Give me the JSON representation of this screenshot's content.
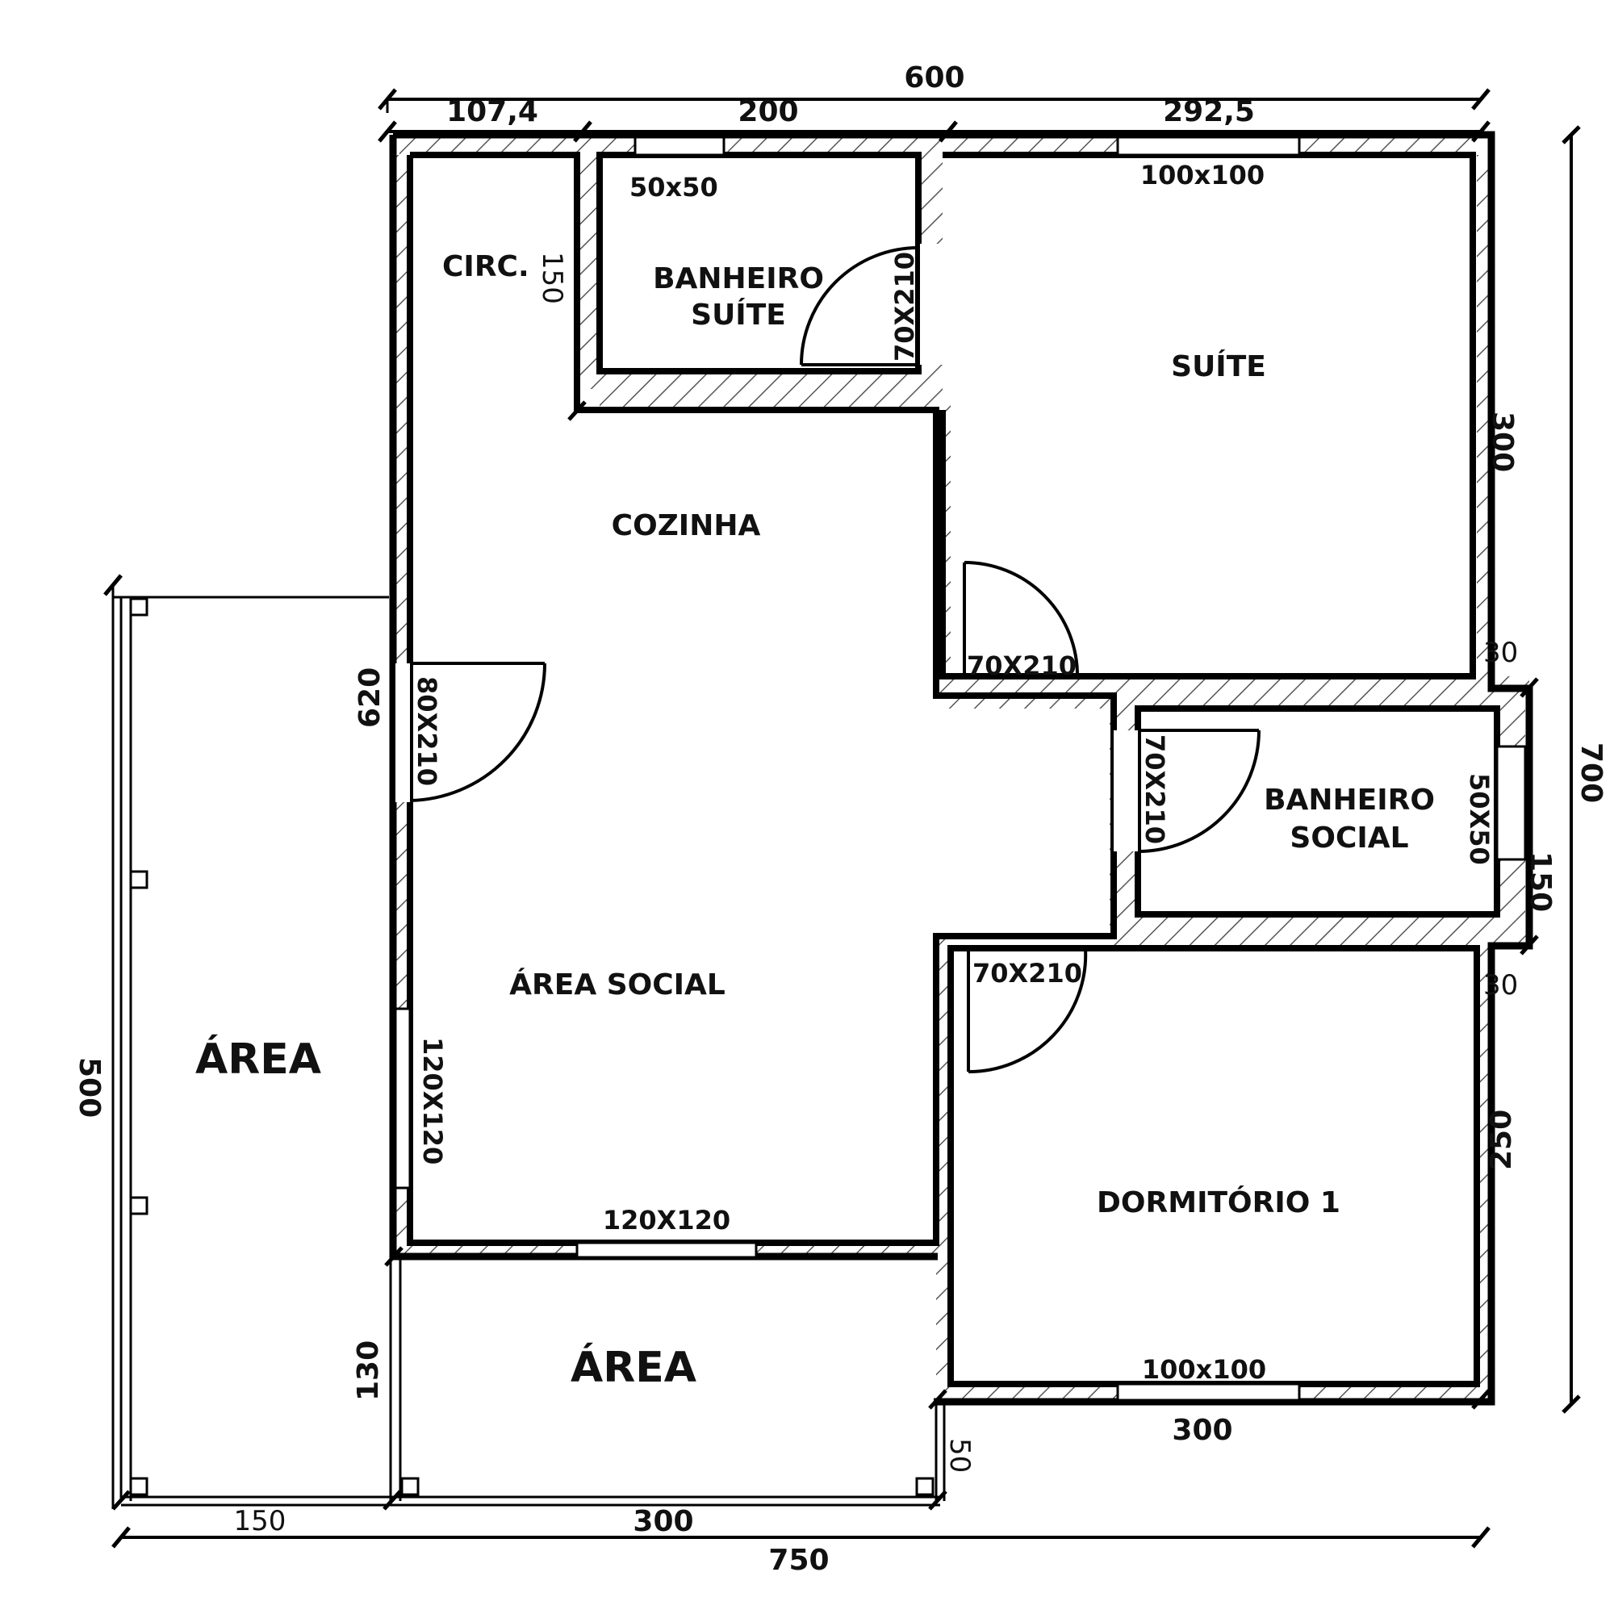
{
  "rooms": {
    "circ": "CIRC.",
    "banheiro_suite": [
      "BANHEIRO",
      "SUÍTE"
    ],
    "suite": "SUÍTE",
    "cozinha": "COZINHA",
    "area_social": "ÁREA SOCIAL",
    "banheiro_social": [
      "BANHEIRO",
      "SOCIAL"
    ],
    "dormitorio": "DORMITÓRIO 1",
    "area_side": "ÁREA",
    "area_front": "ÁREA"
  },
  "openings": {
    "win_bath_suite": "50x50",
    "win_suite": "100x100",
    "door_bath_suite": "70X210",
    "door_suite": "70X210",
    "door_entrance": "80X210",
    "door_bath_social": "70X210",
    "win_bath_social": "50X50",
    "door_dorm": "70X210",
    "win_side_social": "120X120",
    "win_front_social": "120X120",
    "win_dorm": "100x100"
  },
  "dimensions": {
    "top_total": "600",
    "top_a": "107,4",
    "top_b": "200",
    "top_c": "292,5",
    "circ_150": "150",
    "right_300": "300",
    "right_30a": "30",
    "right_150": "150",
    "right_700": "700",
    "right_30b": "30",
    "right_250": "250",
    "left_620": "620",
    "left_500": "500",
    "left_130": "130",
    "bottom_50": "50",
    "dorm_300": "300",
    "bottom_150": "150",
    "bottom_300": "300",
    "bottom_750": "750"
  }
}
